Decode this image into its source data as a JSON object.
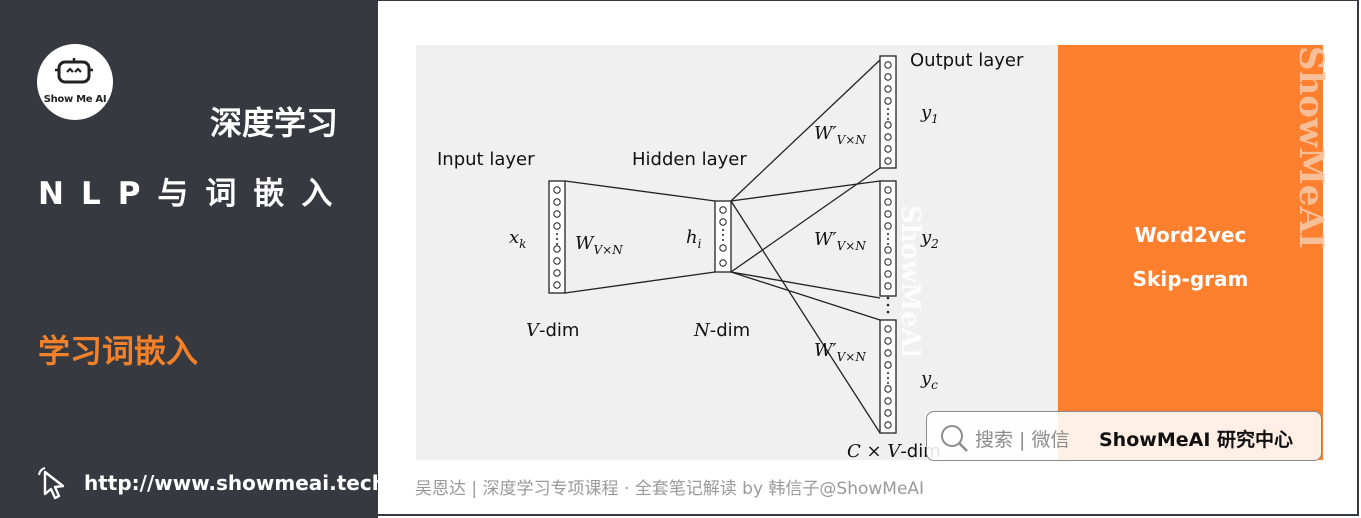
{
  "sidebar": {
    "logo_text": "Show Me AI",
    "course_title": "深度学习",
    "course_subtitle": "NLP与词嵌入",
    "section_title": "学习词嵌入",
    "url": "http://www.showmeai.tech/"
  },
  "diagram": {
    "input_layer_label": "Input layer",
    "hidden_layer_label": "Hidden layer",
    "output_layer_label": "Output layer",
    "input_var": "x",
    "input_var_sub": "k",
    "hidden_var": "h",
    "hidden_var_sub": "i",
    "weight_in": "W",
    "weight_in_sub": "V×N",
    "weight_out": "W′",
    "weight_out_sub": "V×N",
    "output_vars": [
      {
        "base": "y",
        "sub": "1"
      },
      {
        "base": "y",
        "sub": "2"
      },
      {
        "base": "y",
        "sub": "c"
      }
    ],
    "input_dim_var": "V",
    "input_dim_text": "-dim",
    "hidden_dim_var": "N",
    "hidden_dim_text": "-dim",
    "output_dim_prefix": "C × ",
    "output_dim_var": "V",
    "output_dim_text": "-dim",
    "watermark": "ShowMeAI"
  },
  "panel": {
    "line1": "Word2vec",
    "line2": "Skip-gram",
    "watermark": "ShowMeAI"
  },
  "search": {
    "label": "搜索 | 微信",
    "brand": "ShowMeAI 研究中心"
  },
  "footer": {
    "credit": "吴恩达 | 深度学习专项课程 · 全套笔记解读  by 韩信子@ShowMeAI"
  },
  "colors": {
    "sidebar_bg": "#36393f",
    "accent": "#f2812a",
    "panel_bg": "#fe7f2d"
  }
}
